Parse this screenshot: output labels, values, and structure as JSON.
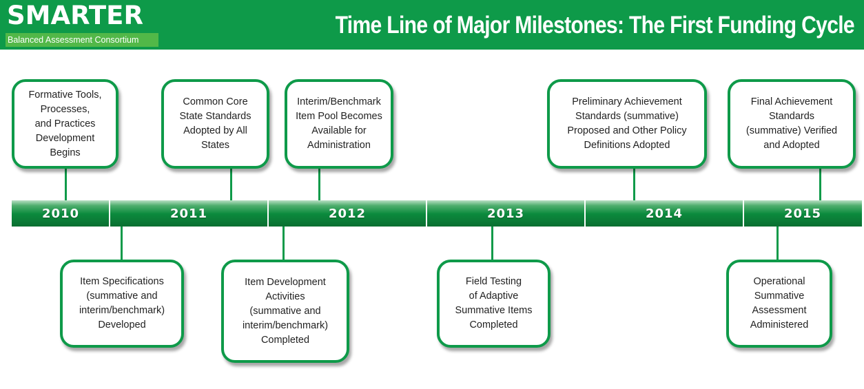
{
  "header": {
    "logo_main": "SMARTER",
    "logo_sub": "Balanced Assessment Consortium",
    "title": "Time Line of Major Milestones: The First Funding Cycle"
  },
  "colors": {
    "brand_green": "#0e9a49",
    "logo_sub_green": "#52b848",
    "box_border": "#0e9a49"
  },
  "timeline": {
    "years": [
      "2010",
      "2011",
      "2012",
      "2013",
      "2014",
      "2015"
    ]
  },
  "milestones_above": [
    {
      "text": "Formative Tools,\nProcesses,\nand Practices\nDevelopment Begins"
    },
    {
      "text": "Common Core\nState Standards\nAdopted by All\nStates"
    },
    {
      "text": "Interim/Benchmark\nItem Pool Becomes\nAvailable for\nAdministration"
    },
    {
      "text": "Preliminary Achievement\nStandards (summative)\nProposed and Other Policy\nDefinitions Adopted"
    },
    {
      "text": "Final Achievement\nStandards\n(summative) Verified\nand Adopted"
    }
  ],
  "milestones_below": [
    {
      "text": "Item Specifications\n(summative and\ninterim/benchmark)\nDeveloped"
    },
    {
      "text": "Item Development\nActivities\n(summative and\ninterim/benchmark)\nCompleted"
    },
    {
      "text": "Field Testing\nof Adaptive\nSummative Items\nCompleted"
    },
    {
      "text": "Operational\nSummative\nAssessment\nAdministered"
    }
  ]
}
